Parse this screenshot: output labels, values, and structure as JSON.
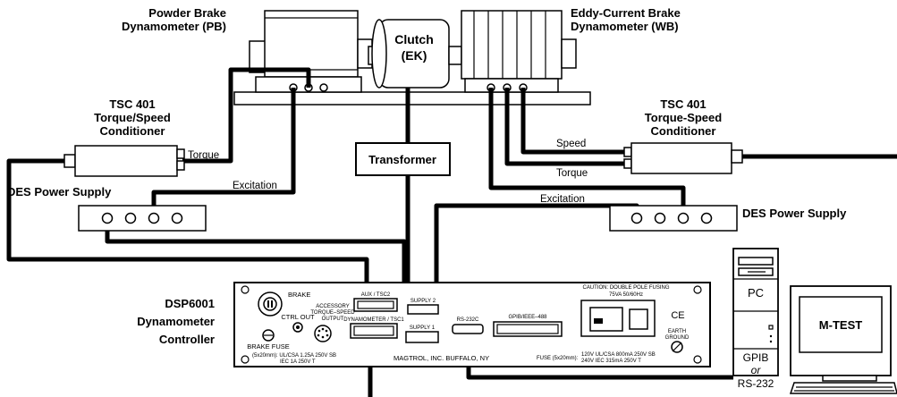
{
  "equipment": {
    "powder_brake": {
      "line1": "Powder Brake",
      "line2": "Dynamometer (PB)"
    },
    "eddy_brake": {
      "line1": "Eddy-Current Brake",
      "line2": "Dynamometer (WB)"
    },
    "clutch": {
      "line1": "Clutch",
      "line2": "(EK)"
    },
    "tsc_left": {
      "line1": "TSC 401",
      "line2": "Torque/Speed",
      "line3": "Conditioner"
    },
    "tsc_right": {
      "line1": "TSC 401",
      "line2": "Torque-Speed",
      "line3": "Conditioner"
    },
    "transformer": "Transformer",
    "des_left": "DES Power Supply",
    "des_right": "DES Power Supply",
    "controller": {
      "line1": "DSP6001",
      "line2": "Dynamometer",
      "line3": "Controller"
    },
    "pc": "PC",
    "monitor": "M-TEST",
    "interface": {
      "line1": "GPIB",
      "line2": "or",
      "line3": "RS-232"
    }
  },
  "signals": {
    "torque_left": "Torque",
    "excitation_left": "Excitation",
    "speed_right": "Speed",
    "torque_right": "Torque",
    "excitation_right": "Excitation"
  },
  "panel": {
    "brake": "BRAKE",
    "brake_fuse": "BRAKE FUSE",
    "ctrl_out": "CTRL OUT",
    "accessory1": "ACCESSORY",
    "accessory2": "TORQUE–SPEED",
    "accessory3": "OUTPUT",
    "aux": "AUX / TSC2",
    "dyno": "DYNAMOMETER / TSC1",
    "supply2": "SUPPLY 2",
    "supply1": "SUPPLY 1",
    "rs232": "RS-232C",
    "gpib": "GPIB/IEEE–488",
    "caution1": "CAUTION:  DOUBLE POLE FUSING",
    "caution2": "75VA  50/60Hz",
    "earth1": "EARTH",
    "earth2": "GROUND",
    "fuse_left1": "(5x20mm):  UL/CSA   1.25A   250V   SB",
    "fuse_left2": "IEC   1A   250V   T",
    "fuse_right_a": "FUSE (5x20mm):",
    "fuse_right_1": "120V  UL/CSA  800mA  250V  SB",
    "fuse_right_2": "240V  IEC  315mA  250V  T",
    "maker": "MAGTROL, INC.  BUFFALO, NY",
    "ce": "CE"
  }
}
